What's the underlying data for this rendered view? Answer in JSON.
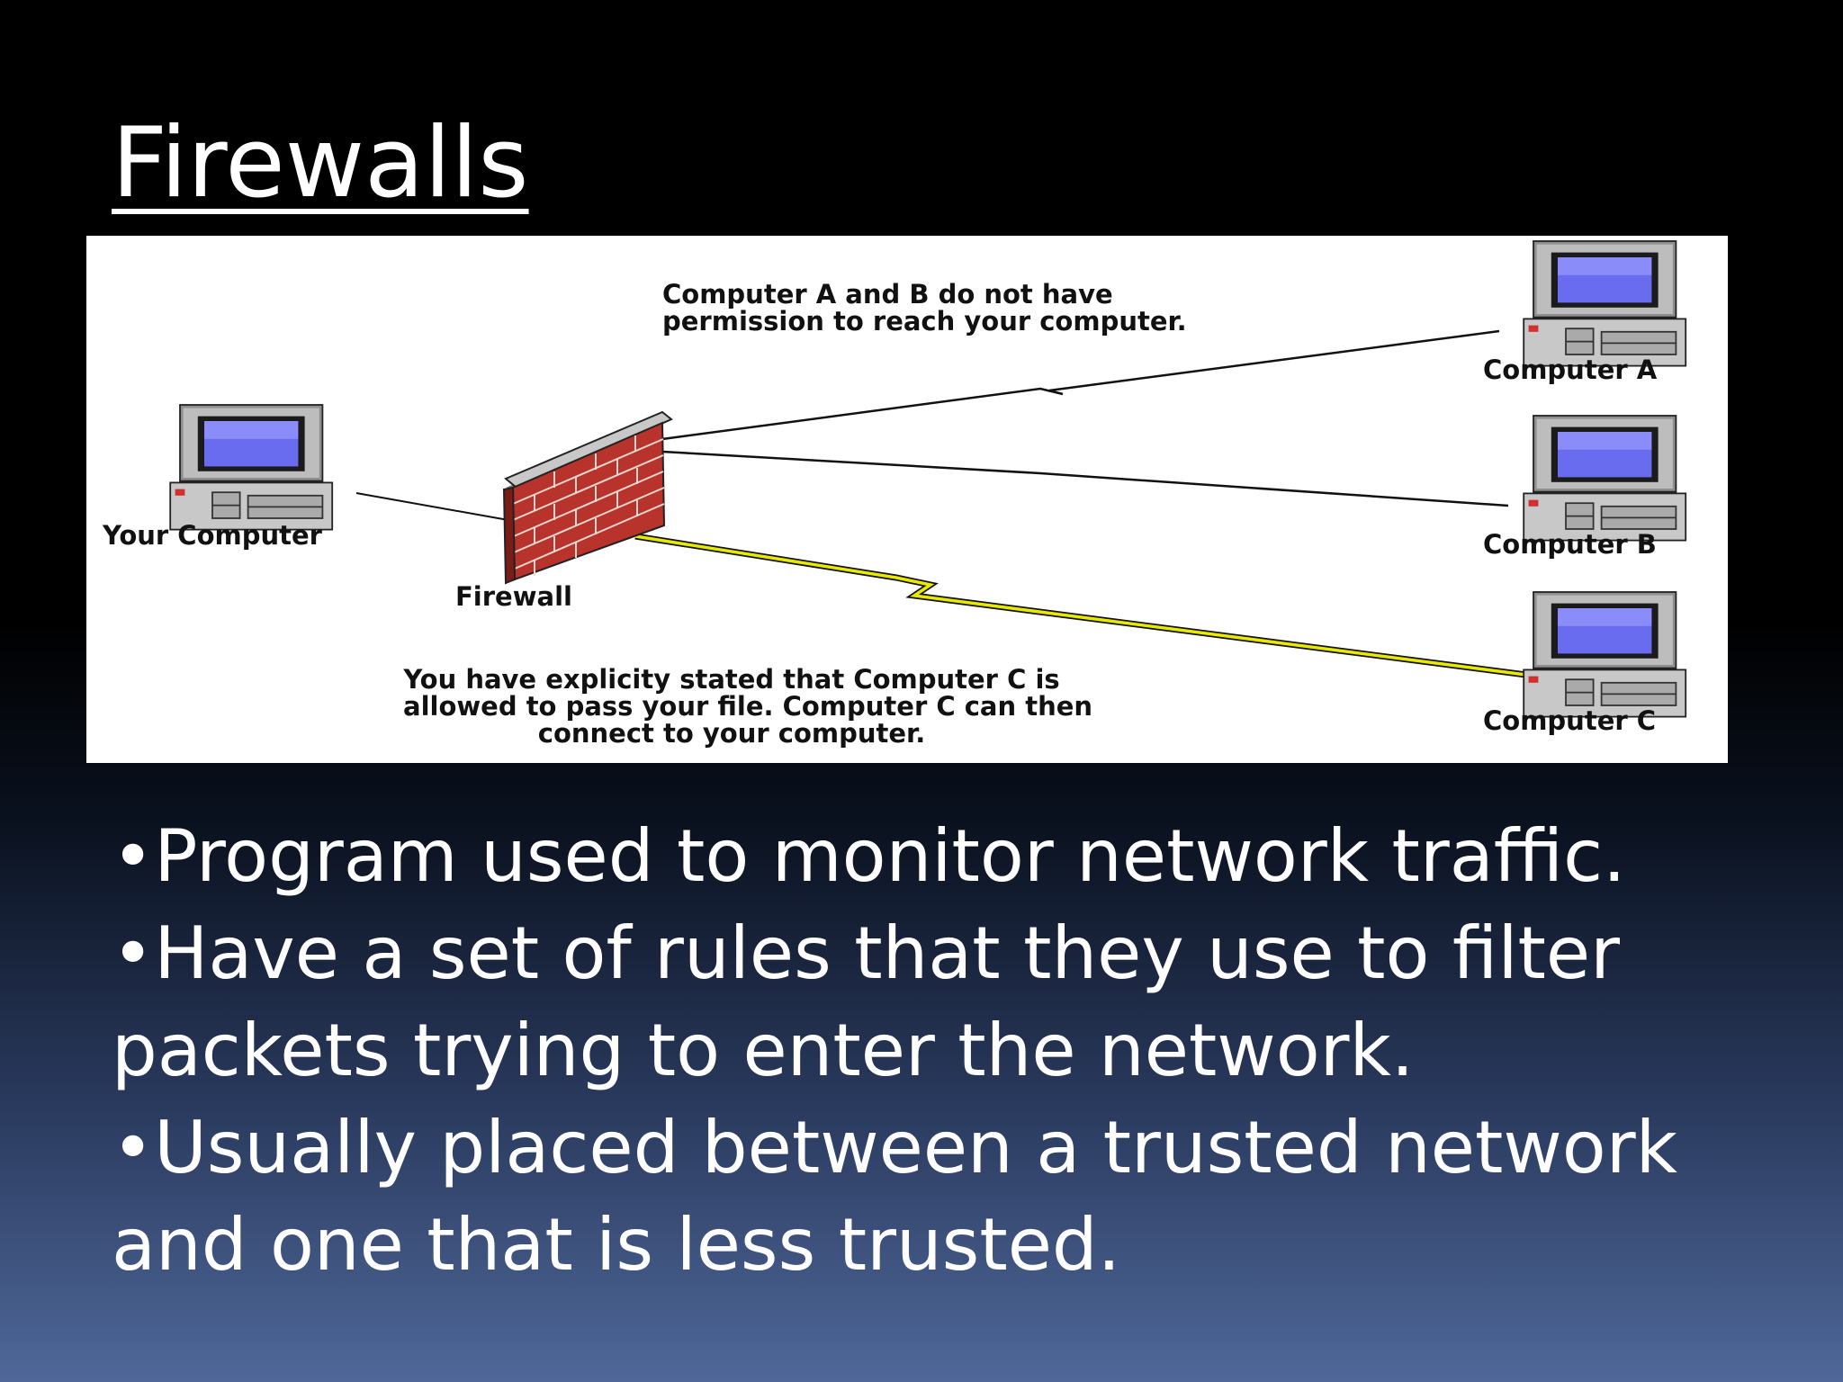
{
  "slide": {
    "title": "Firewalls",
    "bullets": [
      "•Program used to monitor network traffic.",
      "•Have a set of rules that they use to filter packets trying to enter the network.",
      "•Usually placed between a trusted network and one that is less trusted."
    ]
  },
  "diagram": {
    "caption_top_line1": "Computer A and B do not have",
    "caption_top_line2": "permission to reach your computer.",
    "caption_bottom_line1": "You have explicity stated that Computer C is",
    "caption_bottom_line2": "allowed to pass your file.  Computer C can then",
    "caption_bottom_line3": "connect to your computer.",
    "your_computer_label": "Your Computer",
    "firewall_label": "Firewall",
    "computer_a_label": "Computer A",
    "computer_b_label": "Computer B",
    "computer_c_label": "Computer C"
  },
  "colors": {
    "background_top": "#000000",
    "background_bottom": "#4f6899",
    "text": "#ffffff",
    "brick": "#b8332b",
    "allowed_link": "#e8e800"
  }
}
